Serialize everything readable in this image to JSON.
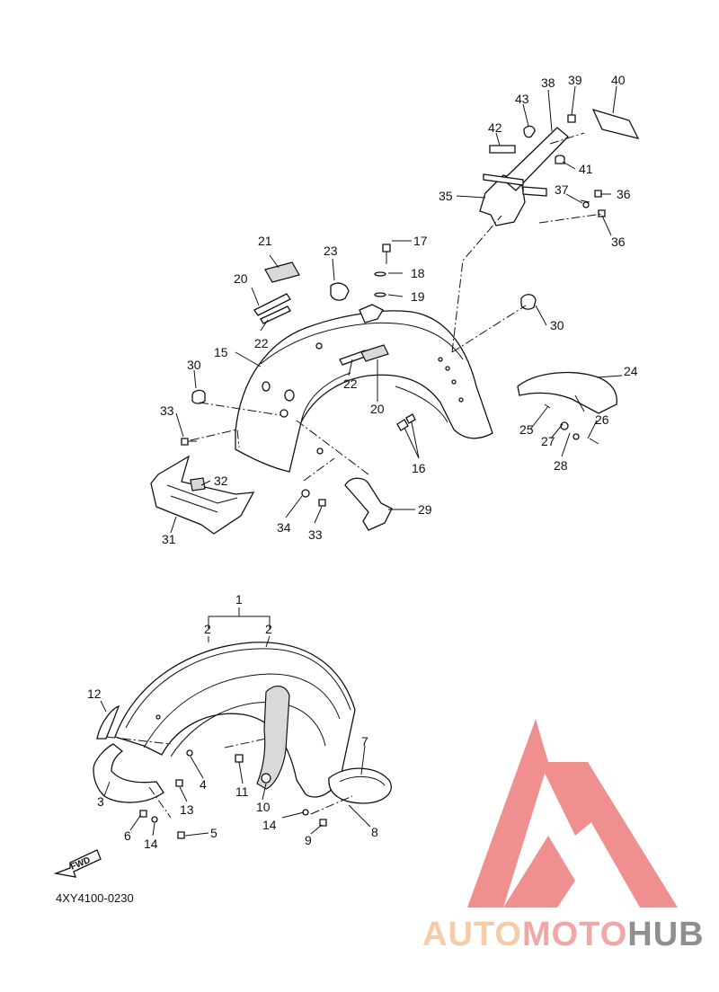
{
  "diagram": {
    "code": "4XY4100-0230",
    "fwd_label": "FWD"
  },
  "callouts": {
    "c1": "1",
    "c2a": "2",
    "c2b": "2",
    "c3": "3",
    "c4": "4",
    "c5": "5",
    "c6": "6",
    "c7": "7",
    "c8": "8",
    "c9": "9",
    "c10": "10",
    "c11": "11",
    "c12": "12",
    "c13": "13",
    "c14a": "14",
    "c14b": "14",
    "c15": "15",
    "c16": "16",
    "c17": "17",
    "c18": "18",
    "c19": "19",
    "c20a": "20",
    "c20b": "20",
    "c21": "21",
    "c22a": "22",
    "c22b": "22",
    "c23": "23",
    "c24": "24",
    "c25": "25",
    "c26": "26",
    "c27": "27",
    "c28": "28",
    "c29": "29",
    "c30a": "30",
    "c30b": "30",
    "c31": "31",
    "c32": "32",
    "c33a": "33",
    "c33b": "33",
    "c34": "34",
    "c35": "35",
    "c36a": "36",
    "c36b": "36",
    "c37": "37",
    "c38": "38",
    "c39": "39",
    "c40": "40",
    "c41": "41",
    "c42": "42",
    "c43": "43"
  },
  "watermark": {
    "part1": "AUTO",
    "part2": "MOTO",
    "part3": "HUB",
    "color1": "#f6c9a3",
    "color2": "#f2a3a3",
    "color3": "#8a8a8a",
    "logo_color": "#f08a8a"
  }
}
